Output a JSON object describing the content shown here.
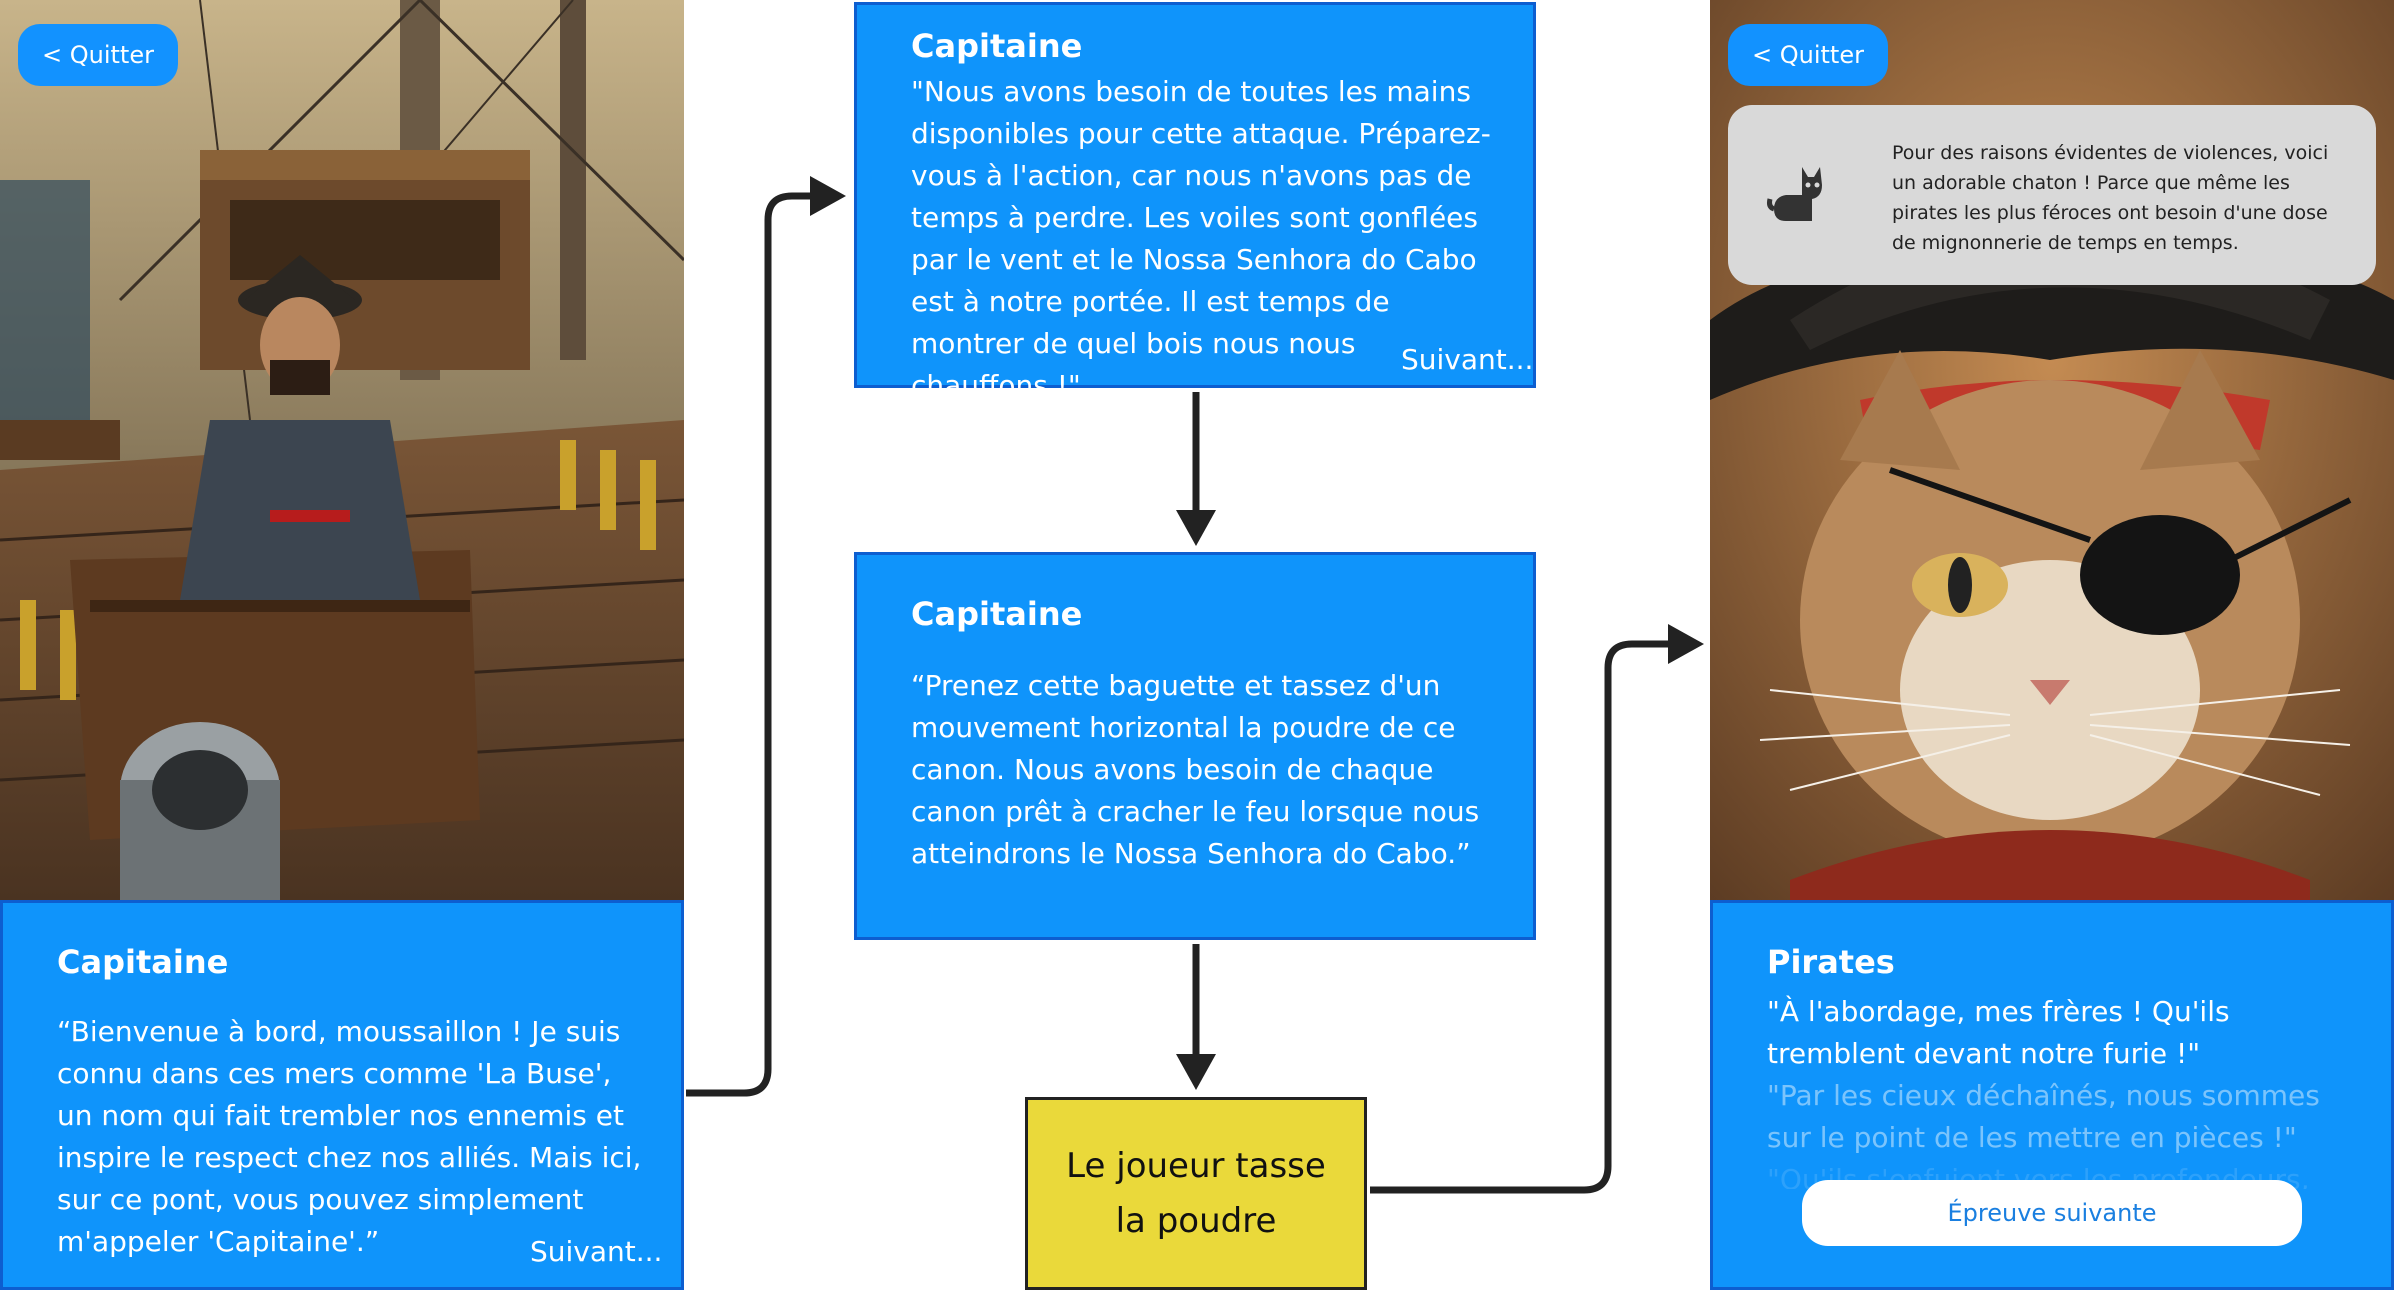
{
  "left_screen": {
    "quit_label": "< Quitter",
    "speaker": "Capitaine",
    "text": "“Bienvenue à bord, moussaillon ! Je suis connu dans ces mers comme 'La Buse', un nom qui fait trembler nos ennemis et inspire le respect chez nos alliés. Mais ici, sur ce pont, vous pouvez simplement m'appeler 'Capitaine'.”",
    "next_label": "Suivant..."
  },
  "box_1": {
    "speaker": "Capitaine",
    "text": "\"Nous avons besoin de toutes les mains disponibles pour cette attaque. Préparez-vous à l'action, car nous n'avons pas de temps à perdre. Les voiles sont gonflées par le vent et le Nossa Senhora do Cabo est à notre portée. Il est temps de montrer de quel bois nous nous chauffons !\"",
    "next_label": "Suivant..."
  },
  "box_2": {
    "speaker": "Capitaine",
    "text": "“Prenez cette baguette et tassez d'un mouvement horizontal la poudre de ce canon. Nous avons besoin de chaque canon prêt à cracher le feu lorsque nous atteindrons le Nossa Senhora do Cabo.”"
  },
  "action_box": {
    "line1": "Le joueur tasse",
    "line2": "la poudre"
  },
  "right_screen": {
    "quit_label": "< Quitter",
    "notice_icon": "cat-icon",
    "notice_text": "Pour des raisons évidentes de violences, voici un adorable chaton ! Parce que même les pirates les plus féroces ont besoin d'une dose de mignonnerie de temps en temps.",
    "speaker": "Pirates",
    "line_1": "\"À l'abordage, mes frères ! Qu'ils tremblent devant notre furie !\"",
    "line_2": "\"Par les cieux déchaînés, nous sommes sur le point de les mettre en pièces !\"",
    "line_3": "\"Qu'ils s'enfuient vers les profondeurs, car",
    "next_trial_label": "Épreuve suivante"
  },
  "colors": {
    "dialog_blue": "#0f94fb",
    "border_blue": "#0d5ed0",
    "action_yellow": "#ead93a",
    "arrow": "#222222"
  }
}
